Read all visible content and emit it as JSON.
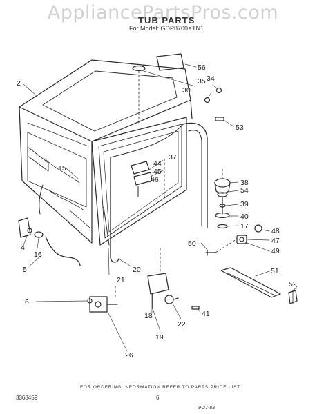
{
  "watermark": "AppliancePartsPros.com",
  "header": {
    "title": "TUB PARTS",
    "model_line": "For Model: GDP8700XTN1"
  },
  "callouts": [
    {
      "id": "2",
      "label": "2"
    },
    {
      "id": "56",
      "label": "56"
    },
    {
      "id": "34",
      "label": "34"
    },
    {
      "id": "35",
      "label": "35"
    },
    {
      "id": "30",
      "label": "30"
    },
    {
      "id": "53",
      "label": "53"
    },
    {
      "id": "15",
      "label": "15"
    },
    {
      "id": "37",
      "label": "37"
    },
    {
      "id": "44",
      "label": "44"
    },
    {
      "id": "45",
      "label": "45"
    },
    {
      "id": "46",
      "label": "46"
    },
    {
      "id": "38",
      "label": "38"
    },
    {
      "id": "54",
      "label": "54"
    },
    {
      "id": "39",
      "label": "39"
    },
    {
      "id": "40",
      "label": "40"
    },
    {
      "id": "17",
      "label": "17"
    },
    {
      "id": "48",
      "label": "48"
    },
    {
      "id": "47",
      "label": "47"
    },
    {
      "id": "49",
      "label": "49"
    },
    {
      "id": "50",
      "label": "50"
    },
    {
      "id": "4",
      "label": "4"
    },
    {
      "id": "16",
      "label": "16"
    },
    {
      "id": "5",
      "label": "5"
    },
    {
      "id": "20",
      "label": "20"
    },
    {
      "id": "21",
      "label": "21"
    },
    {
      "id": "51",
      "label": "51"
    },
    {
      "id": "52",
      "label": "52"
    },
    {
      "id": "6",
      "label": "6"
    },
    {
      "id": "18",
      "label": "18"
    },
    {
      "id": "22",
      "label": "22"
    },
    {
      "id": "41",
      "label": "41"
    },
    {
      "id": "19",
      "label": "19"
    },
    {
      "id": "26",
      "label": "26"
    }
  ],
  "footer": {
    "note": "FOR ORDERING INFORMATION REFER TO PARTS PRICE LIST",
    "doc_number": "3368459",
    "page": "6",
    "date_code": "9-27-88"
  }
}
